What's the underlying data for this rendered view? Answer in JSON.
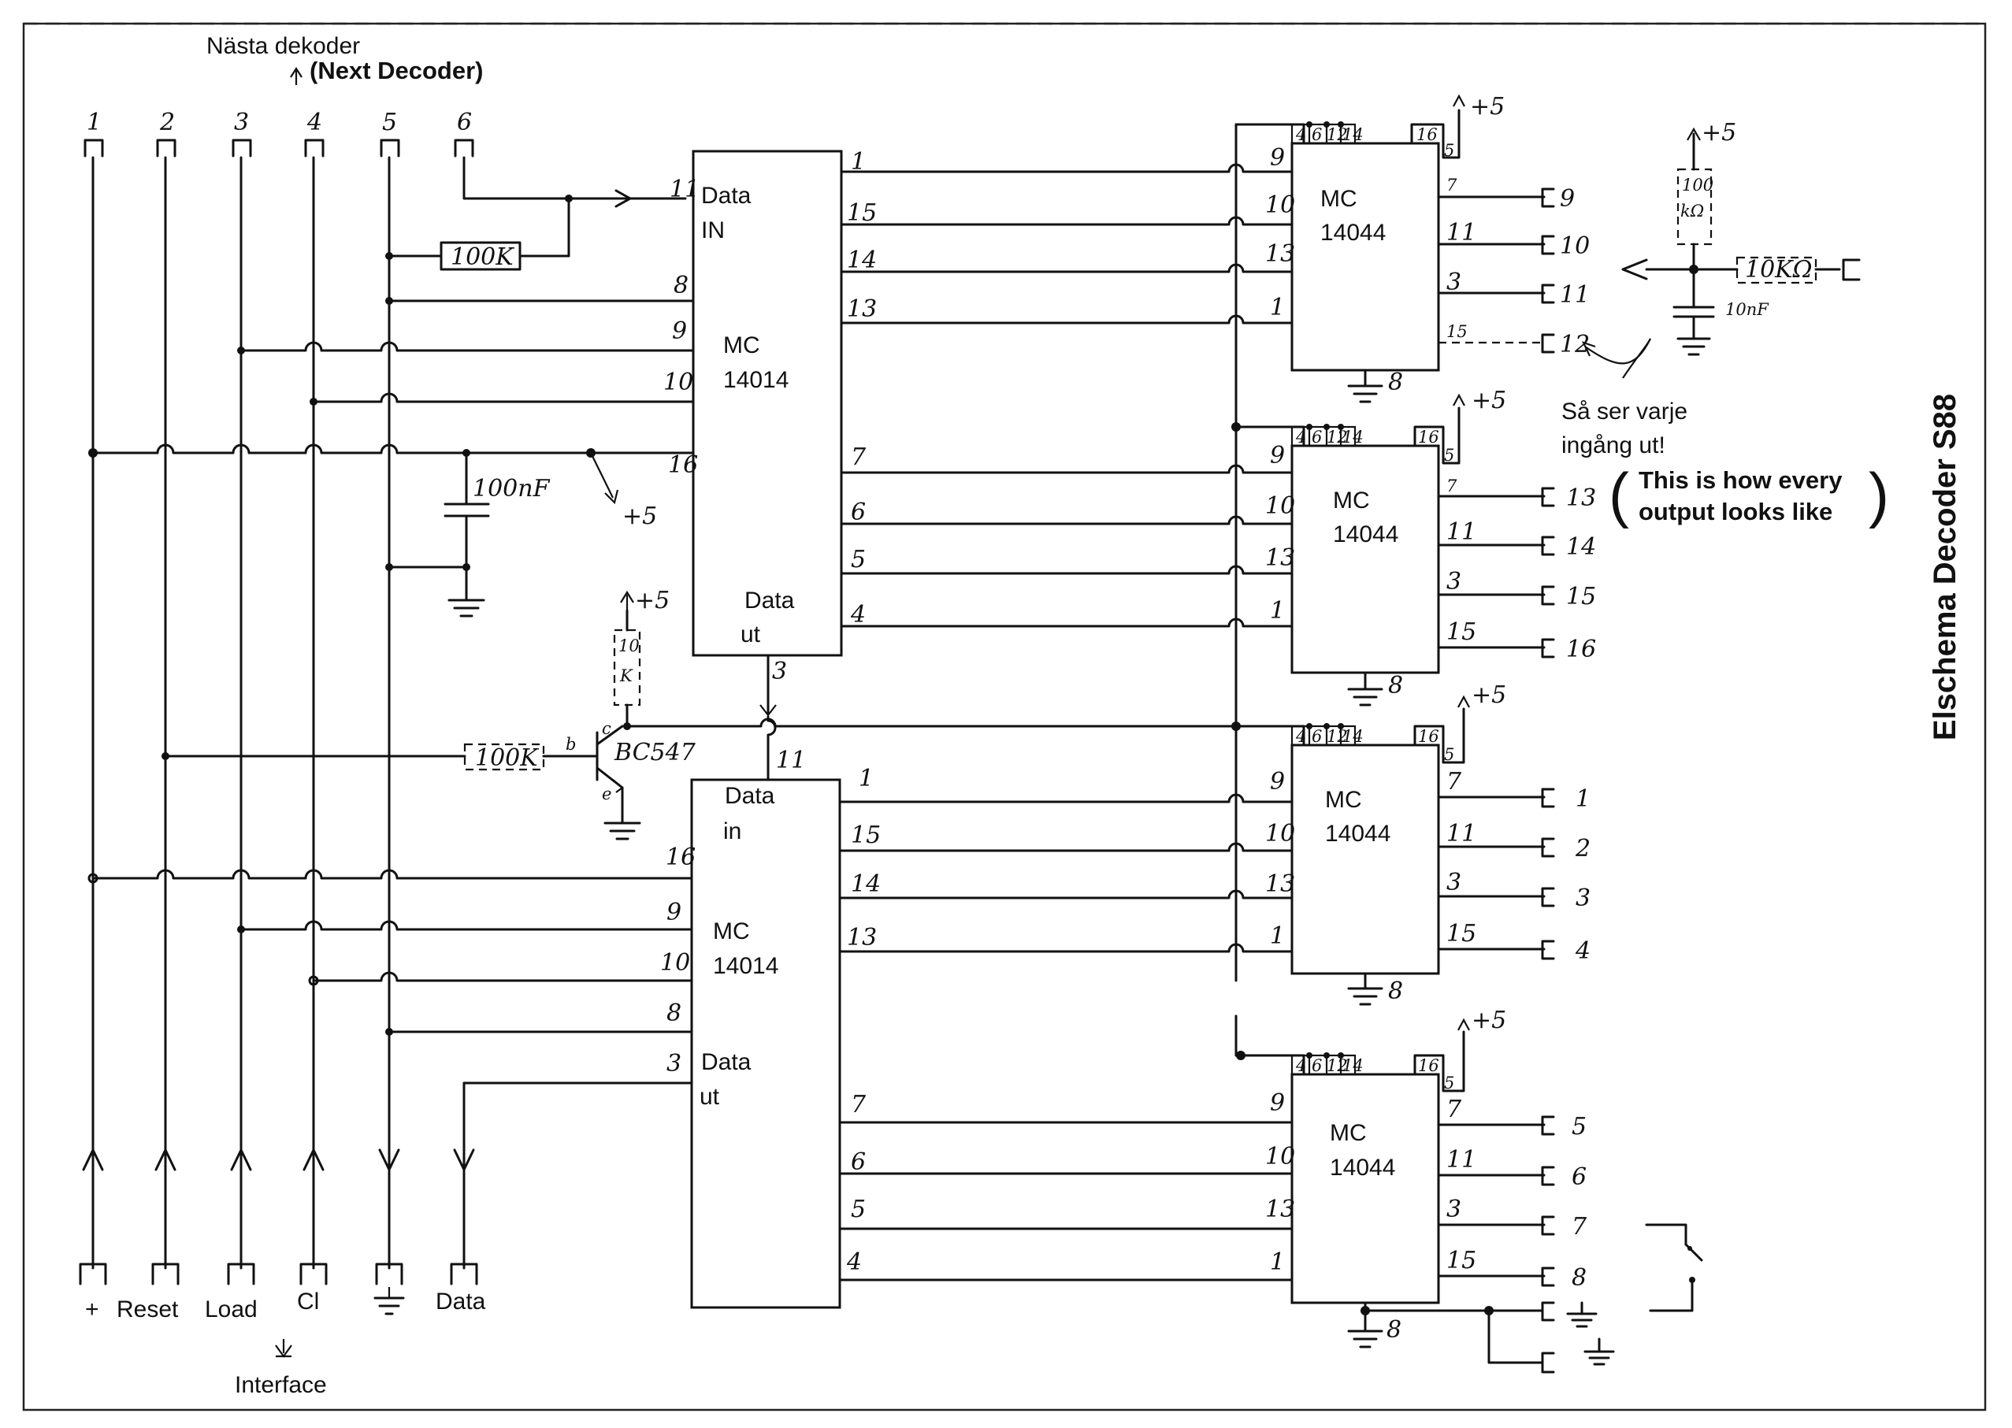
{
  "title": "Elschema Decoder S88",
  "next_decoder": {
    "sv": "Nästa dekoder",
    "en": "(Next Decoder)"
  },
  "interface_label": "Interface",
  "bus": {
    "top_numbers": [
      "1",
      "2",
      "3",
      "4",
      "5",
      "6"
    ],
    "bottom_labels": [
      "+",
      "Reset",
      "Load",
      "Cl",
      "Data"
    ]
  },
  "shift_registers": [
    {
      "name": "MC",
      "part": "14014",
      "data_in": [
        "Data",
        "IN"
      ],
      "data_out": [
        "Data",
        "ut"
      ],
      "pins_left": [
        "11",
        "8",
        "9",
        "10",
        "16"
      ],
      "pins_right": [
        "1",
        "15",
        "14",
        "13",
        "7",
        "6",
        "5",
        "4"
      ],
      "pin_bottom": "3"
    },
    {
      "name": "MC",
      "part": "14014",
      "data_in": [
        "Data",
        "in"
      ],
      "data_out": [
        "Data",
        "ut"
      ],
      "pins_left": [
        "11",
        "16",
        "9",
        "10",
        "8",
        "3"
      ],
      "pins_right": [
        "1",
        "15",
        "14",
        "13",
        "7",
        "6",
        "5",
        "4"
      ]
    }
  ],
  "latches": [
    {
      "name": "MC",
      "part": "14044",
      "outputs": [
        "9",
        "10",
        "11",
        "12"
      ]
    },
    {
      "name": "MC",
      "part": "14044",
      "outputs": [
        "13",
        "14",
        "15",
        "16"
      ]
    },
    {
      "name": "MC",
      "part": "14044",
      "outputs": [
        "1",
        "2",
        "3",
        "4"
      ]
    },
    {
      "name": "MC",
      "part": "14044",
      "outputs": [
        "5",
        "6",
        "7",
        "8"
      ]
    }
  ],
  "latch_pins": {
    "inputs": [
      "9",
      "10",
      "13",
      "1"
    ],
    "outputs": [
      "7",
      "11",
      "3",
      "15"
    ],
    "top": [
      "4",
      "6",
      "12",
      "14"
    ],
    "vdd": "16",
    "pin5": "5",
    "gnd": "8"
  },
  "components": {
    "r_top": "100K",
    "r_base": "100K",
    "r_collector": [
      "10",
      "K"
    ],
    "cap": "100nF",
    "transistor": "BC547",
    "t_c": "c",
    "t_b": "b",
    "t_e": "e",
    "supply": "+5"
  },
  "input_detail": {
    "resistor": [
      "100",
      "kΩ"
    ],
    "series": "10KΩ",
    "cap": "10nF",
    "note_sv": [
      "Så ser varje",
      "ingång ut!"
    ],
    "note_en": [
      "This is how every",
      "output looks like"
    ]
  }
}
